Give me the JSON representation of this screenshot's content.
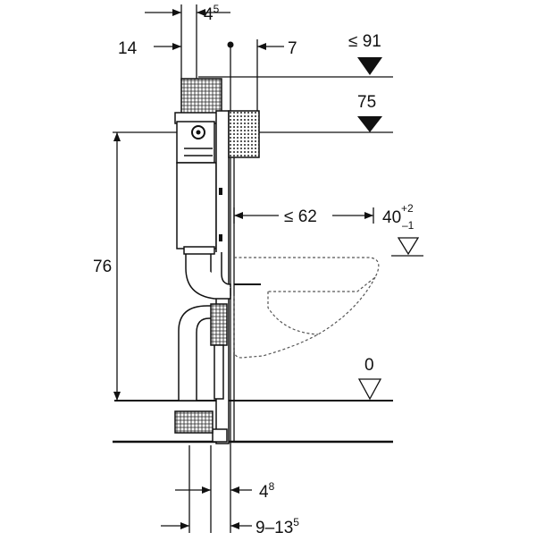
{
  "dimensions": {
    "top_gap_base": "4",
    "top_gap_sup": "5",
    "frame_depth": "14",
    "cistern_offset": "7",
    "max_height": "≤ 91",
    "cistern_top": "75",
    "frame_height": "76",
    "bowl_depth": "≤ 62",
    "seat_height_base": "40",
    "seat_height_tol_plus": "+2",
    "seat_height_tol_minus": "–1",
    "floor_level": "0",
    "bottom_gap_base": "4",
    "bottom_gap_sup": "8",
    "wall_range_base": "9–13",
    "wall_range_sup": "5"
  },
  "colors": {
    "line": "#111111",
    "hidden_line": "#555555",
    "background": "#ffffff"
  }
}
